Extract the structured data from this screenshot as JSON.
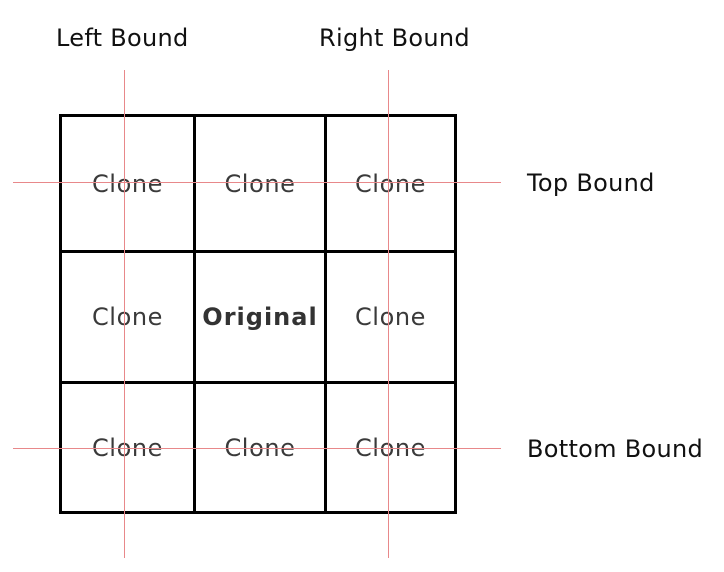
{
  "labels": {
    "left_bound": "Left Bound",
    "right_bound": "Right Bound",
    "top_bound": "Top Bound",
    "bottom_bound": "Bottom Bound"
  },
  "cells": {
    "clone": "Clone",
    "original": "Original"
  },
  "colors": {
    "grid_lines": "#000000",
    "bound_lines": "#e8888a",
    "cell_text": "#3a3a3a"
  }
}
